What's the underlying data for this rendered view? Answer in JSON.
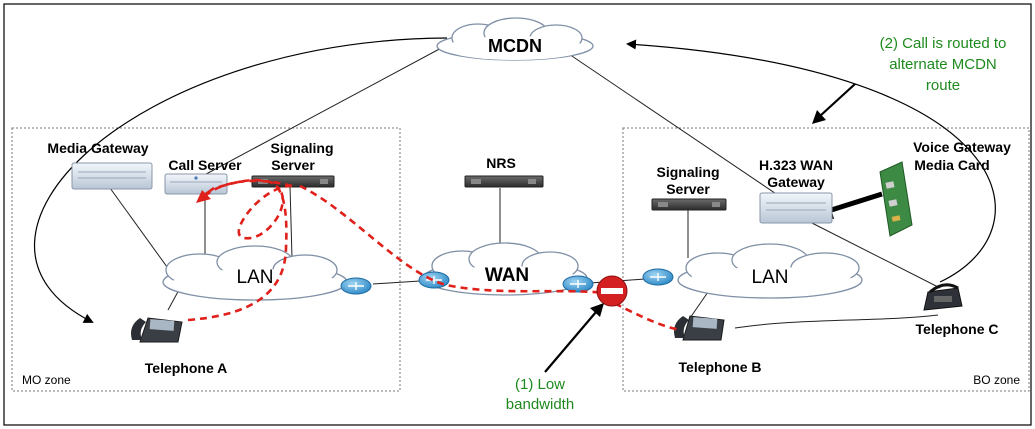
{
  "clouds": {
    "mcdn": "MCDN",
    "wan": "WAN",
    "lan_mo": "LAN",
    "lan_bo": "LAN"
  },
  "zones": {
    "mo": "MO zone",
    "bo": "BO zone"
  },
  "devices": {
    "media_gateway": "Media Gateway",
    "call_server": "Call Server",
    "signaling_server_mo": [
      "Signaling",
      "Server"
    ],
    "nrs": "NRS",
    "signaling_server_bo": [
      "Signaling",
      "Server"
    ],
    "h323_gateway": [
      "H.323 WAN",
      "Gateway"
    ],
    "voice_gateway": [
      "Voice Gateway",
      "Media Card"
    ]
  },
  "telephones": {
    "a": "Telephone A",
    "b": "Telephone B",
    "c": "Telephone C"
  },
  "annotations": {
    "low_bandwidth": [
      "(1) Low",
      "bandwidth"
    ],
    "rerouted": [
      "(2) Call is routed to",
      "alternate MCDN",
      "route"
    ]
  },
  "colors": {
    "call_path": "#e0201b",
    "annotation": "#1e8a1e",
    "block_sign": "#d42020"
  }
}
